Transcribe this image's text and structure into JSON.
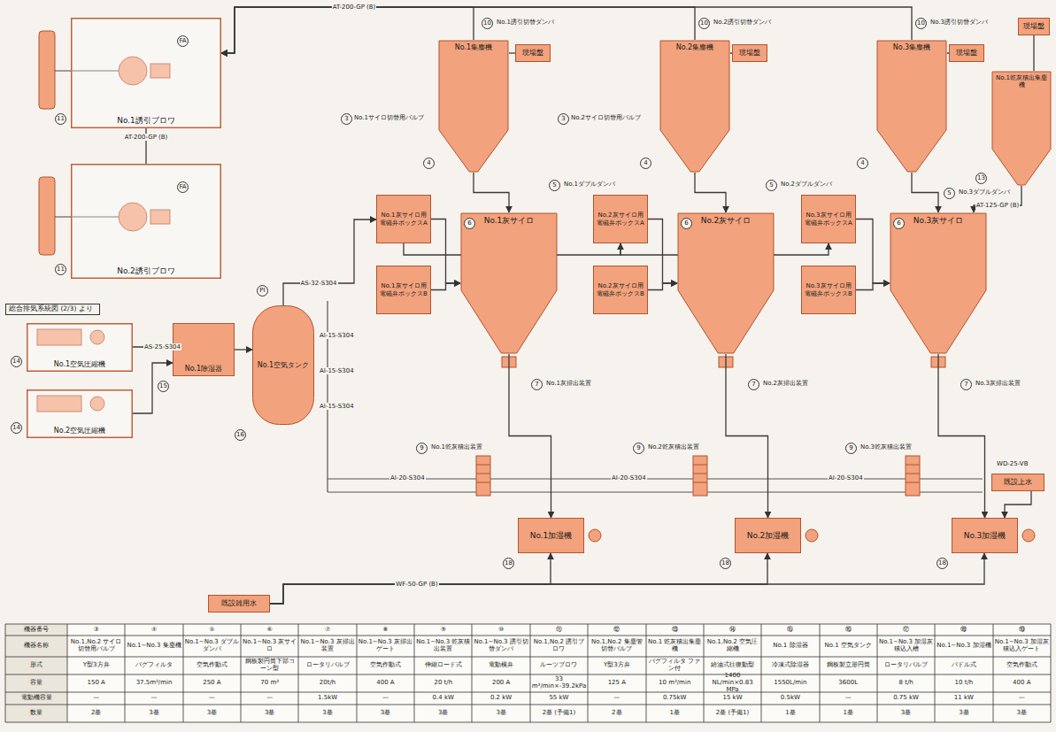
{
  "diagram": {
    "nodes": [
      {
        "text": [
          "No.1誘引ブロワ"
        ]
      },
      {
        "text": [
          "No.2誘引ブロワ"
        ]
      },
      {
        "text": [
          "No.1空気圧縮機"
        ]
      },
      {
        "text": [
          "No.2空気圧縮機"
        ]
      },
      {
        "text": [
          "No.1除湿器"
        ]
      },
      {
        "text": [
          "No.1空気タンク"
        ]
      },
      {
        "text": [
          "No.1集塵機"
        ]
      },
      {
        "text": [
          "No.2集塵機"
        ]
      },
      {
        "text": [
          "No.3集塵機"
        ]
      },
      {
        "text": [
          "No.1乾灰積出集塵機"
        ]
      },
      {
        "text": [
          "No.1灰サイロ"
        ]
      },
      {
        "text": [
          "No.2灰サイロ"
        ]
      },
      {
        "text": [
          "No.3灰サイロ"
        ]
      },
      {
        "text": [
          "No.1灰サイロ用電磁弁ボックスA"
        ]
      },
      {
        "text": [
          "No.1灰サイロ用電磁弁ボックスB"
        ]
      },
      {
        "text": [
          "No.2灰サイロ用電磁弁ボックスA"
        ]
      },
      {
        "text": [
          "No.2灰サイロ用電磁弁ボックスB"
        ]
      },
      {
        "text": [
          "No.3灰サイロ用電磁弁ボックスA"
        ]
      },
      {
        "text": [
          "No.3灰サイロ用電磁弁ボックスB"
        ]
      },
      {
        "text": [
          "No.1加湿機"
        ]
      },
      {
        "text": [
          "No.2加湿機"
        ]
      },
      {
        "text": [
          "No.3加湿機"
        ]
      },
      {
        "text": [
          "既設雑用水"
        ]
      },
      {
        "text": [
          "既設上水"
        ]
      },
      {
        "text": [
          "現場盤"
        ]
      },
      {
        "text": [
          "現場盤"
        ]
      },
      {
        "text": [
          "現場盤"
        ]
      },
      {
        "text": [
          "現場盤"
        ]
      }
    ],
    "edges": [
      {
        "from": 6,
        "to": 0,
        "arrow": "to",
        "label": "AT-200-GP (B)"
      },
      {
        "from": 7,
        "to": 0,
        "arrow": "to"
      },
      {
        "from": 8,
        "to": 0,
        "arrow": "to"
      },
      {
        "from": 0,
        "to": 1,
        "arrow": "none",
        "label": "AT-200-GP (B)"
      },
      {
        "from": 6,
        "to": 10,
        "arrow": "to"
      },
      {
        "from": 7,
        "to": 11,
        "arrow": "to"
      },
      {
        "from": 8,
        "to": 12,
        "arrow": "to"
      },
      {
        "from": 9,
        "to": 12,
        "arrow": "to",
        "label": "AT-125-GP (B)"
      },
      {
        "from": 24,
        "to": 6,
        "arrow": "none"
      },
      {
        "from": 25,
        "to": 7,
        "arrow": "none"
      },
      {
        "from": 26,
        "to": 8,
        "arrow": "none"
      },
      {
        "from": 27,
        "to": 9,
        "arrow": "none"
      },
      {
        "from": 2,
        "to": 4,
        "arrow": "to",
        "label": "AS-25-S304"
      },
      {
        "from": 3,
        "to": 4,
        "arrow": "to"
      },
      {
        "from": 4,
        "to": 5,
        "arrow": "to"
      },
      {
        "from": 5,
        "to": 13,
        "arrow": "to",
        "label": "AS-32-S304"
      },
      {
        "from": 13,
        "to": 15,
        "arrow": "to"
      },
      {
        "from": 15,
        "to": 17,
        "arrow": "to"
      },
      {
        "from": 13,
        "to": 10,
        "arrow": "to"
      },
      {
        "from": 14,
        "to": 10,
        "arrow": "to"
      },
      {
        "from": 15,
        "to": 11,
        "arrow": "to"
      },
      {
        "from": 16,
        "to": 11,
        "arrow": "to"
      },
      {
        "from": 17,
        "to": 12,
        "arrow": "to"
      },
      {
        "from": 18,
        "to": 12,
        "arrow": "to"
      },
      {
        "from": 10,
        "to": 19,
        "arrow": "to"
      },
      {
        "from": 11,
        "to": 20,
        "arrow": "to"
      },
      {
        "from": 12,
        "to": 21,
        "arrow": "to"
      },
      {
        "from": 22,
        "to": 19,
        "arrow": "to",
        "label": "WF-50-GP (B)"
      },
      {
        "from": 22,
        "to": 20,
        "arrow": "to"
      },
      {
        "from": 22,
        "to": 21,
        "arrow": "to"
      },
      {
        "from": 23,
        "to": 21,
        "arrow": "to"
      }
    ],
    "labels": [
      "11",
      "11",
      "14",
      "14",
      "15",
      "16",
      "4",
      "4",
      "4",
      "13",
      "6",
      "6",
      "6",
      "18",
      "18",
      "18",
      "10",
      "No.1誘引切替ダンパ",
      "10",
      "No.2誘引切替ダンパ",
      "10",
      "No.3誘引切替ダンパ",
      "5",
      "No.1ダブルダンパ",
      "5",
      "No.2ダブルダンパ",
      "5",
      "No.3ダブルダンパ",
      "3",
      "No.1サイロ切替用バルブ",
      "3",
      "No.2サイロ切替用バルブ",
      "7",
      "No.1灰排出装置",
      "7",
      "No.2灰排出装置",
      "7",
      "No.3灰排出装置",
      "9",
      "No.1乾灰積出装置",
      "9",
      "No.2乾灰積出装置",
      "9",
      "No.3乾灰積出装置",
      "総合排気系統図 (2/3) より",
      "AI-20-S304",
      "AI-20-S304",
      "AI-20-S304",
      "AI-15-S304",
      "AI-15-S304",
      "AI-15-S304",
      "PI",
      "FA",
      "FA",
      "WD-25-VB",
      "機器番号",
      "③",
      "④",
      "⑤",
      "⑥",
      "⑦",
      "⑧",
      "⑨",
      "⑩",
      "⑪",
      "⑫",
      "⑬",
      "⑭",
      "⑮",
      "⑯",
      "⑰",
      "⑱",
      "⑲",
      "機器名称",
      "No.1,No.2 サイロ切替用バルブ",
      "No.1~No.3 集塵機",
      "No.1~No.3 ダブルダンパ",
      "No.1~No.3 灰サイロ",
      "No.1~No.3 灰排出装置",
      "No.1~No.3 灰排出ゲート",
      "No.1~No.3 乾灰積出装置",
      "No.1~No.3 誘引切替ダンパ",
      "No.1,No.2 誘引ブロワ",
      "No.1,No.2 集塵管切替バルブ",
      "No.1 乾灰積出集塵機",
      "No.1,No.2 空気圧縮機",
      "No.1 除湿器",
      "No.1 空気タンク",
      "No.1~No.3 加湿灰積込入槽",
      "No.1~No.3 加湿機",
      "No.1~No.3 加湿灰積込入ゲート",
      "形式",
      "Y型3方弁",
      "バグフィルタ",
      "空気作動式",
      "鋼板製円筒下部コーン型",
      "ロータリバルブ",
      "空気作動式",
      "伸縮ロード式",
      "電動横弁",
      "ルーツブロワ",
      "Y型3方弁",
      "バグフィルタ ファン付",
      "給油式往復動型",
      "冷凍式除湿器",
      "鋼板製立形円筒",
      "ロータリバルブ",
      "パドル式",
      "空気作動式",
      "容量",
      "150 A",
      "37.5m³/min",
      "250 A",
      "70 m³",
      "20t/h",
      "400 A",
      "20 t/h",
      "200 A",
      "33 m³/min×-39.2kPa",
      "125 A",
      "10 m³/min",
      "1400 NL/min×0.83 MPa",
      "1550L/min",
      "3600L",
      "8 t/h",
      "10 t/h",
      "400 A",
      "電動機容量",
      "—",
      "—",
      "—",
      "—",
      "1.5kW",
      "—",
      "0.4 kW",
      "0.2 kW",
      "55 kW",
      "—",
      "0.75kW",
      "15 kW",
      "0.5kW",
      "—",
      "0.75 kW",
      "11 kW",
      "—",
      "数量",
      "2基",
      "3基",
      "3基",
      "3基",
      "3基",
      "3基",
      "3基",
      "3基",
      "2基 (予備1)",
      "2基",
      "1基",
      "2基 (予備1)",
      "1基",
      "1基",
      "3基",
      "3基",
      "3基"
    ]
  }
}
